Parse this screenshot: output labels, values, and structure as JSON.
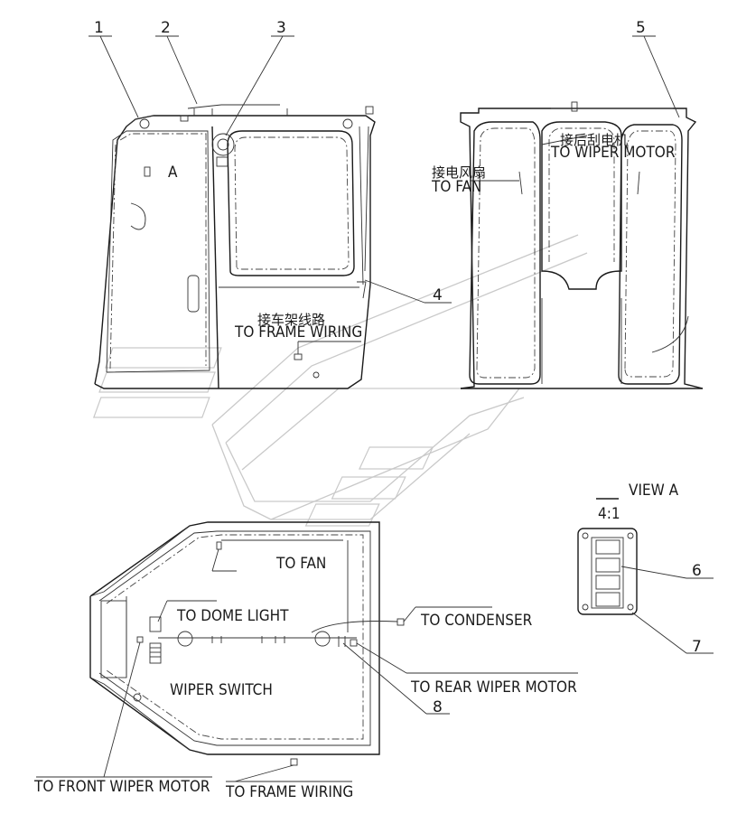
{
  "callouts": {
    "c1": "1",
    "c2": "2",
    "c3": "3",
    "c4": "4",
    "c5": "5",
    "c6": "6",
    "c7": "7",
    "c8": "8"
  },
  "labels": {
    "view_letter_a": "A",
    "to_frame_wiring_cn": "接车架线路",
    "to_frame_wiring_top": "TO FRAME WIRING",
    "to_fan_cn": "接电风扇",
    "to_fan_right": "TO FAN",
    "to_wiper_motor_cn": "接后刮电机",
    "to_wiper_motor": "TO WIPER MOTOR",
    "view_a": "VIEW A",
    "scale": "4:1",
    "to_fan": "TO FAN",
    "to_dome_light": "TO DOME LIGHT",
    "to_condenser": "TO CONDENSER",
    "wiper_switch": "WIPER SWITCH",
    "to_rear_wiper_motor": "TO REAR WIPER MOTOR",
    "to_front_wiper_motor": "TO FRONT WIPER MOTOR",
    "to_frame_wiring_bottom": "TO FRAME WIRING"
  }
}
